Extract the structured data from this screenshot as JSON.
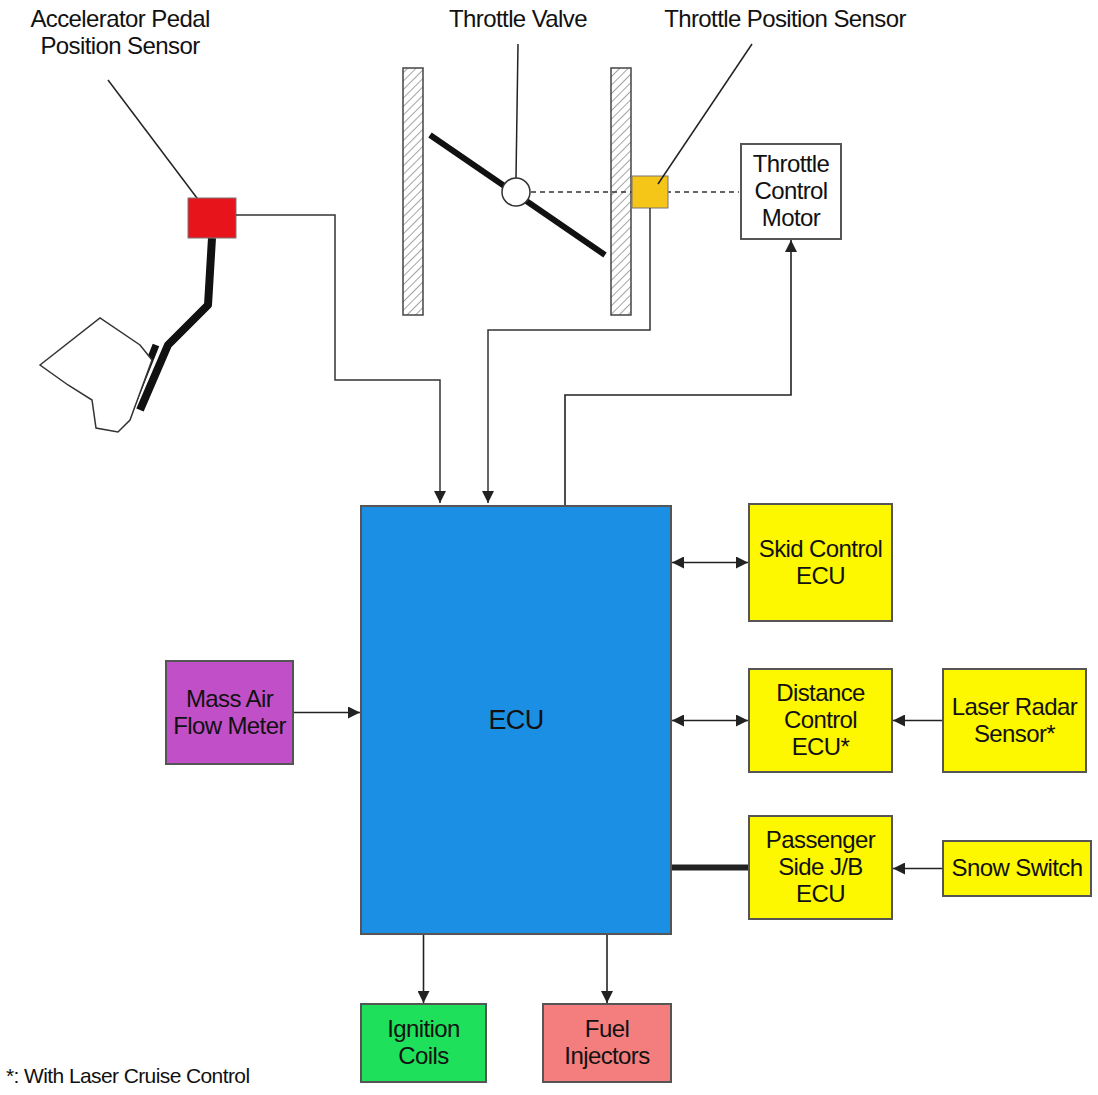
{
  "diagram": {
    "nodes": [
      {
        "text": [
          "Throttle Control Motor"
        ]
      },
      {
        "text": [
          "ECU"
        ]
      },
      {
        "text": [
          "Skid Control ECU"
        ]
      },
      {
        "text": [
          "Distance Control ECU*"
        ]
      },
      {
        "text": [
          "Laser Radar Sensor*"
        ]
      },
      {
        "text": [
          "Mass Air Flow Meter"
        ]
      },
      {
        "text": [
          "Passenger Side J/B ECU"
        ]
      },
      {
        "text": [
          "Snow Switch"
        ]
      },
      {
        "text": [
          "Ignition Coils"
        ]
      },
      {
        "text": [
          "Fuel Injectors"
        ]
      }
    ],
    "edges": [
      {
        "from": 1,
        "to": 0,
        "arrow": "to"
      },
      {
        "from": 1,
        "to": 2,
        "arrow": "both"
      },
      {
        "from": 1,
        "to": 3,
        "arrow": "both"
      },
      {
        "from": 4,
        "to": 3,
        "arrow": "to"
      },
      {
        "from": 1,
        "to": 6,
        "arrow": "none"
      },
      {
        "from": 7,
        "to": 6,
        "arrow": "to"
      },
      {
        "from": 5,
        "to": 1,
        "arrow": "to"
      },
      {
        "from": 1,
        "to": 8,
        "arrow": "to"
      },
      {
        "from": 1,
        "to": 9,
        "arrow": "to"
      }
    ],
    "labels": [
      "Accelerator Pedal Position Sensor",
      "Throttle Valve",
      "Throttle Position Sensor",
      "*: With Laser Cruise Control"
    ]
  }
}
